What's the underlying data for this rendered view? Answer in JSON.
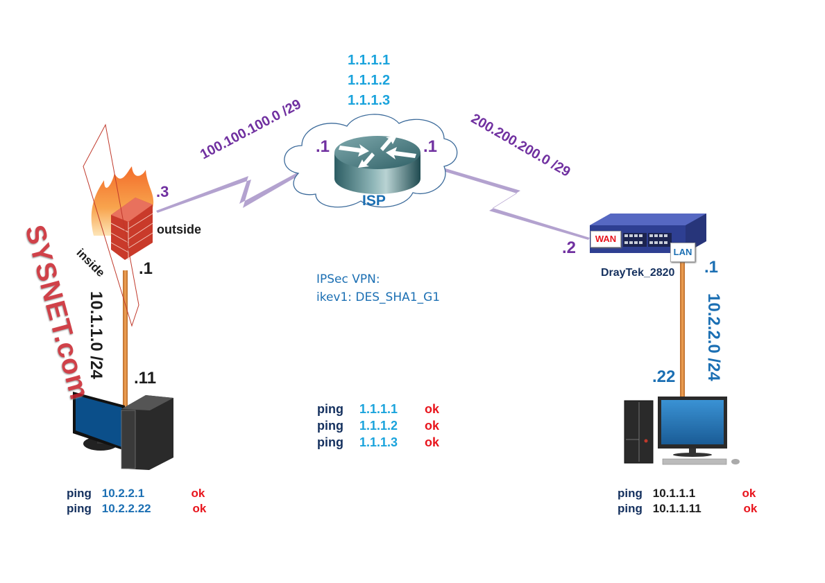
{
  "isp": {
    "label": "ISP",
    "public_ips": [
      "1.1.1.1",
      "1.1.1.2",
      "1.1.1.3"
    ],
    "left_if": ".1",
    "right_if": ".1"
  },
  "links": {
    "left_wan_subnet": "100.100.100.0 /29",
    "right_wan_subnet": "200.200.200.0 /29",
    "left_lan_subnet": "10.1.1.0 /24",
    "right_lan_subnet": "10.2.2.0 /24"
  },
  "firewall": {
    "outside_label": "outside",
    "inside_label": "inside",
    "outside_if": ".3",
    "inside_if": ".1",
    "watermark": "SYSNET.com"
  },
  "draytek": {
    "name": "DrayTek_2820",
    "wan_port": "WAN",
    "lan_port": "LAN",
    "wan_if": ".2",
    "lan_if": ".1"
  },
  "left_pc": {
    "if": ".11"
  },
  "right_pc": {
    "if": ".22"
  },
  "vpn": {
    "line1": "IPSec VPN:",
    "line2": "ikev1: DES_SHA1_G1"
  },
  "center_pings": [
    {
      "cmd": "ping",
      "target": "1.1.1.1",
      "result": "ok"
    },
    {
      "cmd": "ping",
      "target": "1.1.1.2",
      "result": "ok"
    },
    {
      "cmd": "ping",
      "target": "1.1.1.3",
      "result": "ok"
    }
  ],
  "left_pings": [
    {
      "cmd": "ping",
      "target": "10.2.2.1",
      "result": "ok"
    },
    {
      "cmd": "ping",
      "target": "10.2.2.22",
      "result": "ok"
    }
  ],
  "right_pings": [
    {
      "cmd": "ping",
      "target": "10.1.1.1",
      "result": "ok"
    },
    {
      "cmd": "ping",
      "target": "10.1.1.11",
      "result": "ok"
    }
  ],
  "colors": {
    "subnet_purple": "#7030a0",
    "public_ip_cyan": "#1aa3dc",
    "ok_red": "#e8141c",
    "lan_blue": "#1b6fb3",
    "wan_link": "#b3a2cf",
    "lan_cable": "#e8954a"
  }
}
